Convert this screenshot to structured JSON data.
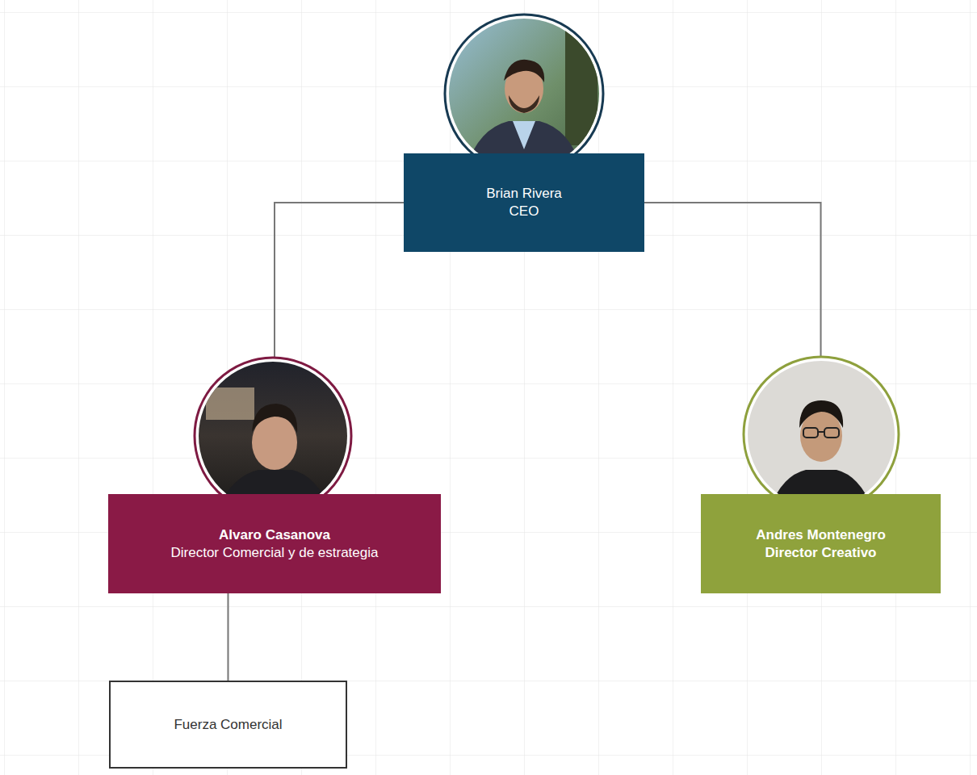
{
  "diagram": {
    "nodes": [
      {
        "text": [
          "Brian Rivera",
          "CEO"
        ]
      },
      {
        "text": [
          "Alvaro Casanova",
          "Director Comercial y de estrategia"
        ]
      },
      {
        "text": [
          "Andres Montenegro",
          "Director Creativo"
        ]
      },
      {
        "text": [
          "Fuerza Comercial"
        ]
      }
    ],
    "edges": [
      {
        "from": 0,
        "to": 1,
        "arrow": "none"
      },
      {
        "from": 0,
        "to": 2,
        "arrow": "none"
      },
      {
        "from": 1,
        "to": 3,
        "arrow": "none"
      }
    ]
  }
}
